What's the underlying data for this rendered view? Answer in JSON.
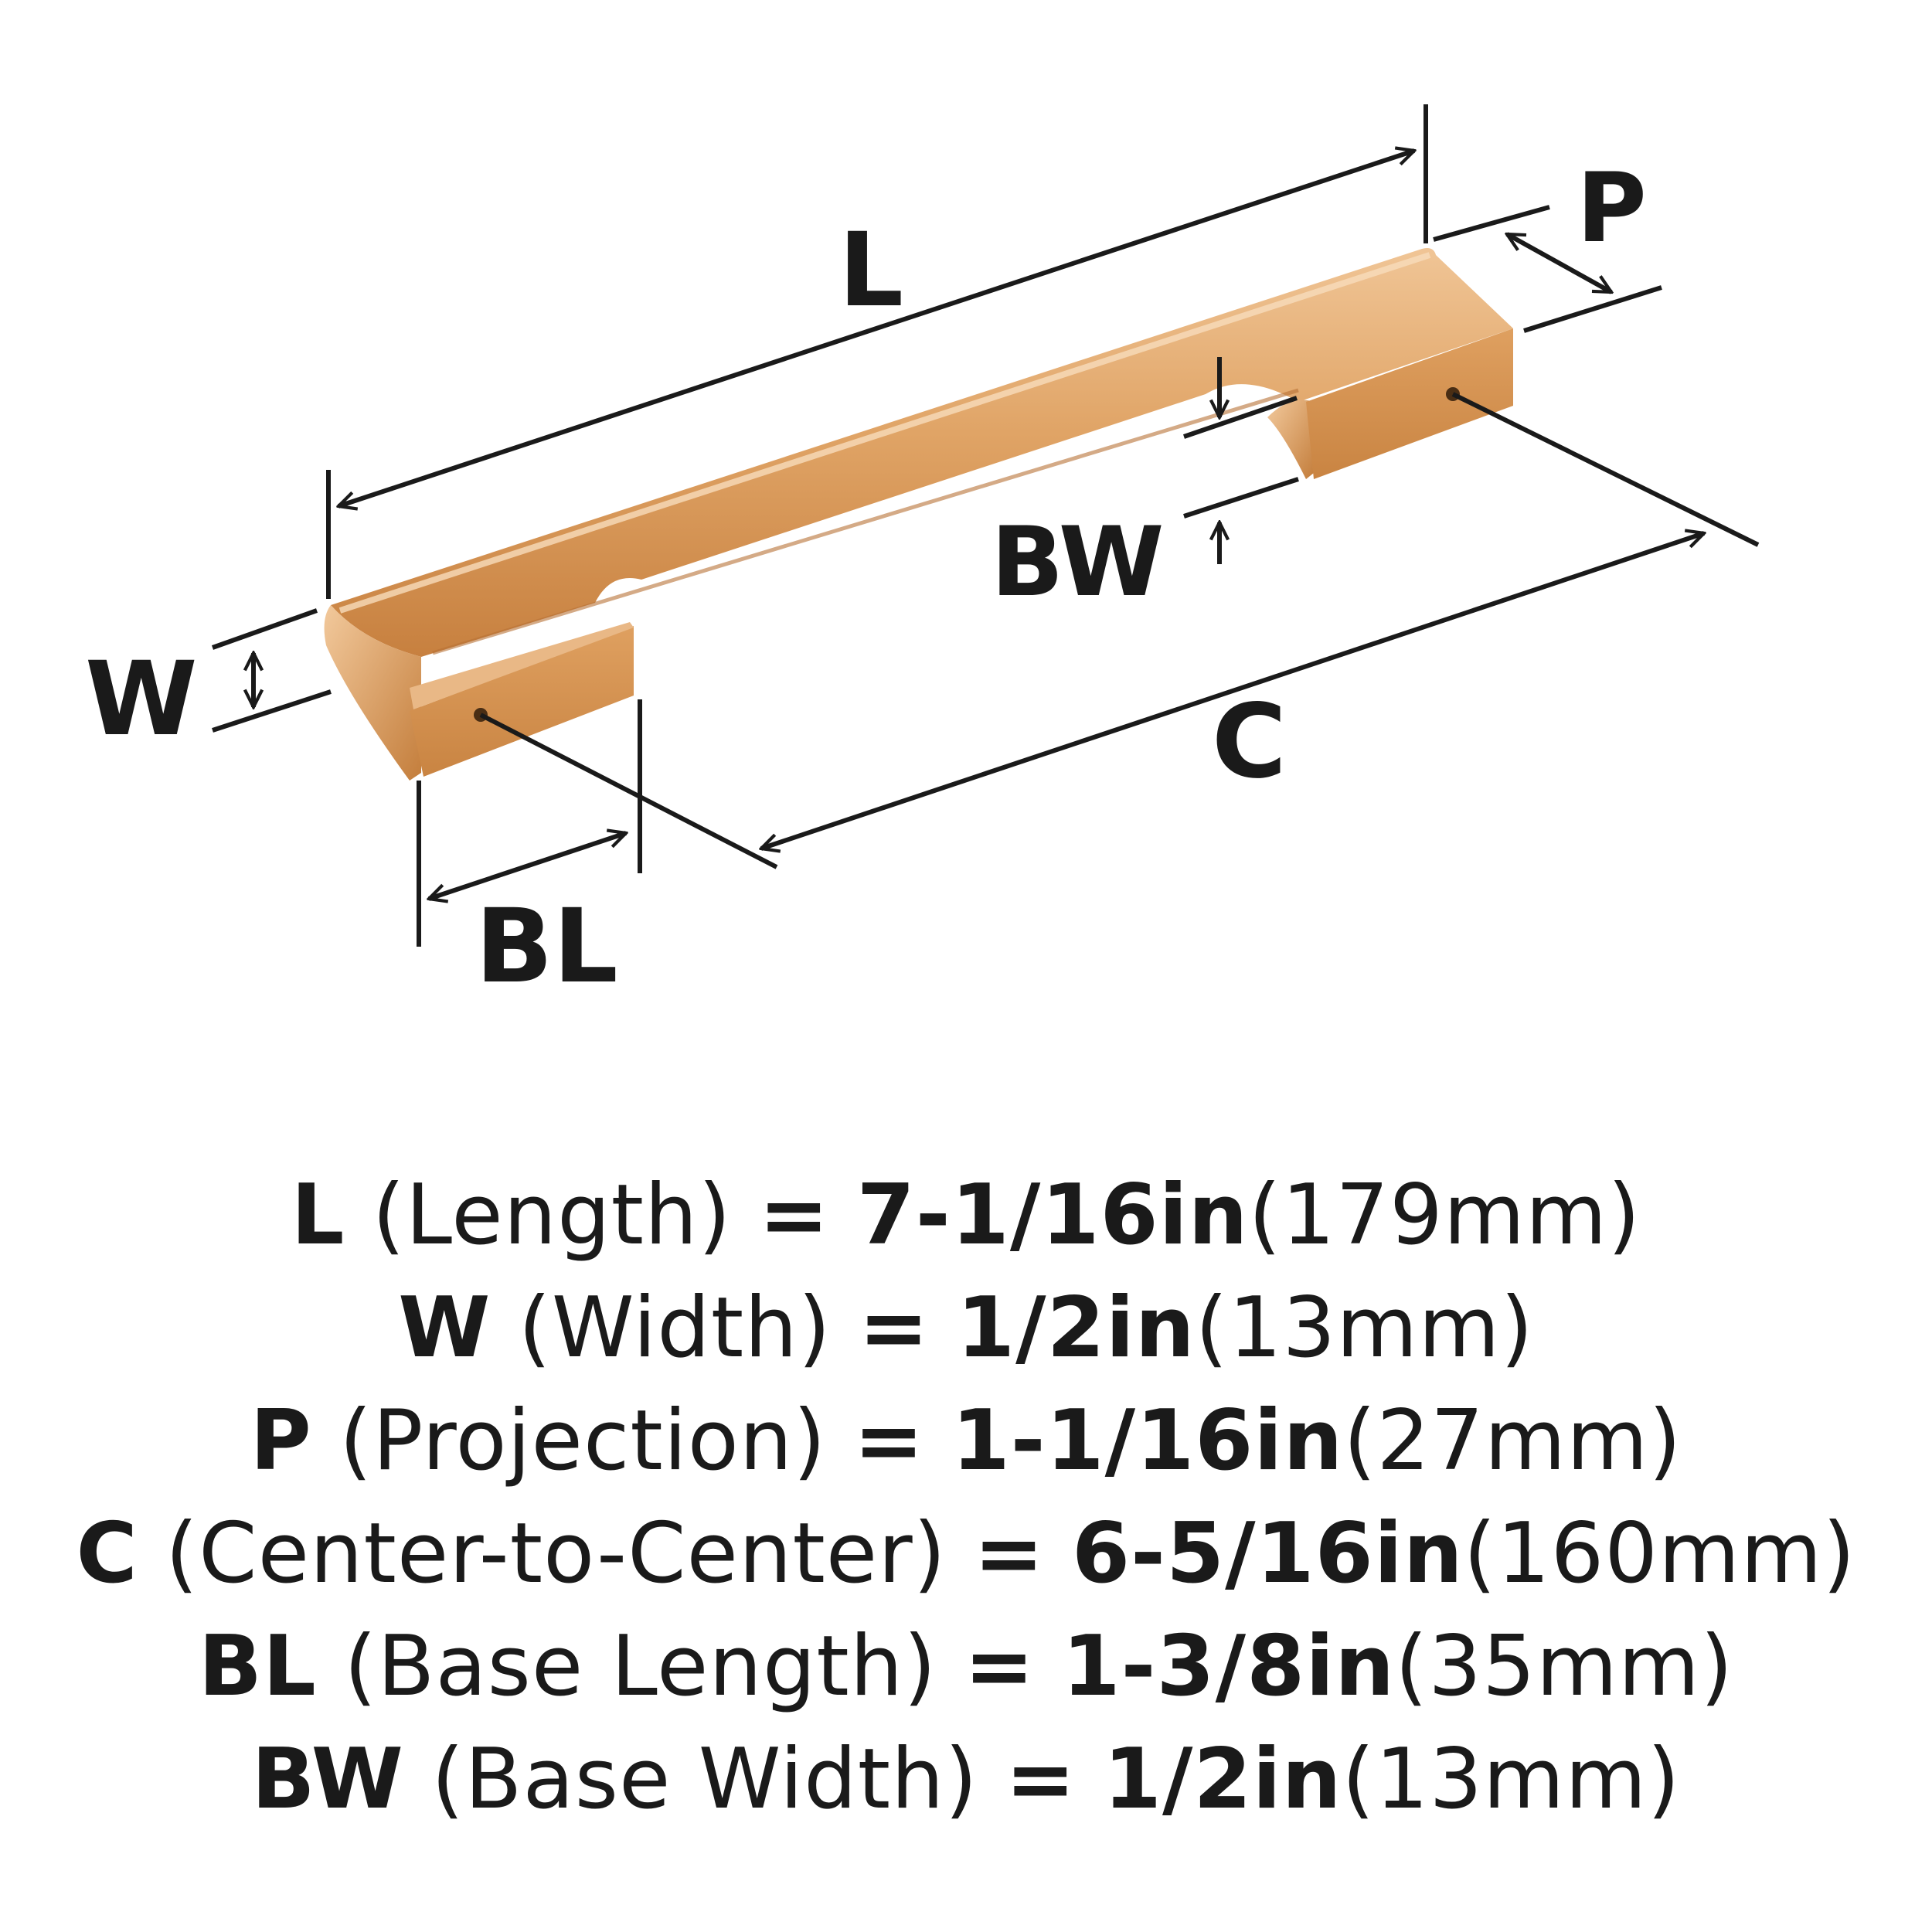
{
  "diagram": {
    "labels": {
      "L": "L",
      "W": "W",
      "P": "P",
      "BW": "BW",
      "C": "C",
      "BL": "BL"
    },
    "colors": {
      "finish_light": "#e9b886",
      "finish_mid": "#d9975a",
      "finish_dark": "#b46f37",
      "ink": "#1a1a1a"
    }
  },
  "specs": [
    {
      "key": "L",
      "name": "(Length)",
      "eq": "=",
      "imperial": "7-1/16in",
      "metric": "(179mm)"
    },
    {
      "key": "W",
      "name": "(Width)",
      "eq": "=",
      "imperial": "1/2in",
      "metric": "(13mm)"
    },
    {
      "key": "P",
      "name": "(Projection)",
      "eq": "=",
      "imperial": "1-1/16in",
      "metric": "(27mm)"
    },
    {
      "key": "C",
      "name": "(Center-to-Center)",
      "eq": "=",
      "imperial": "6-5/16in",
      "metric": "(160mm)"
    },
    {
      "key": "BL",
      "name": "(Base Length)",
      "eq": "=",
      "imperial": "1-3/8in",
      "metric": "(35mm)"
    },
    {
      "key": "BW",
      "name": "(Base Width)",
      "eq": "=",
      "imperial": "1/2in",
      "metric": "(13mm)"
    }
  ]
}
